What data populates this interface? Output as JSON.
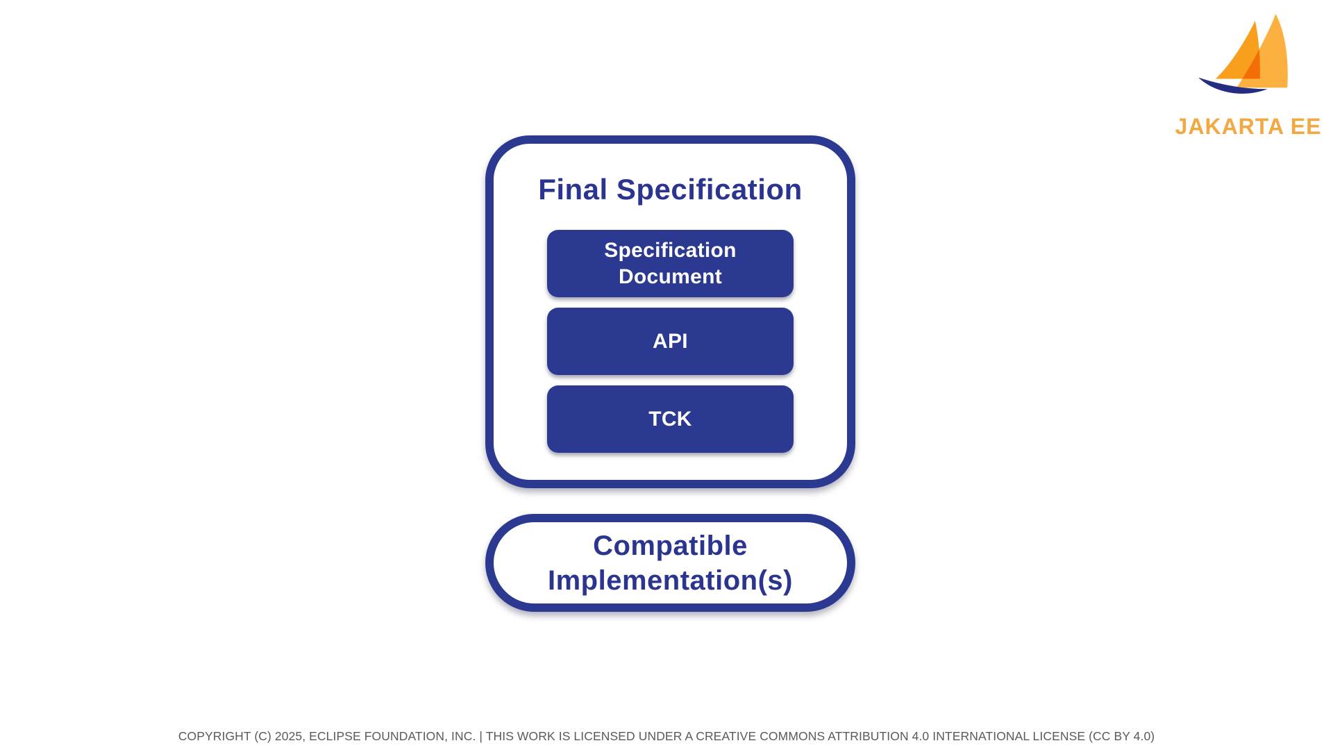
{
  "page": {
    "background_color": "#FFFFFF",
    "accent_blue": "#2B3990"
  },
  "logo": {
    "brand": "JAKARTA EE",
    "wordmark_color": "#F2A843",
    "sail_back_color": "#FBB040",
    "sail_front_color": "#F8A01E",
    "hull_color": "#252D83"
  },
  "diagram": {
    "final_specification": {
      "title": "Final Specification",
      "items": [
        {
          "label": "Specification\nDocument"
        },
        {
          "label": "API"
        },
        {
          "label": "TCK"
        }
      ]
    },
    "compatible_implementations": {
      "label": "Compatible\nImplementation(s)"
    }
  },
  "footer": {
    "text": "COPYRIGHT (C) 2025, ECLIPSE FOUNDATION, INC. | THIS WORK IS LICENSED UNDER A CREATIVE COMMONS ATTRIBUTION 4.0 INTERNATIONAL LICENSE (CC BY 4.0)"
  }
}
